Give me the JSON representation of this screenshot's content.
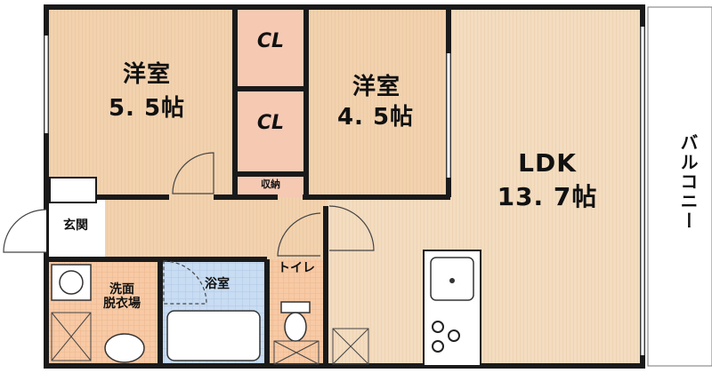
{
  "rooms": {
    "western1": {
      "name": "洋室",
      "size": "5. 5帖"
    },
    "closet1": {
      "name": "CL"
    },
    "western2": {
      "name": "洋室",
      "size": "4. 5帖"
    },
    "closet2": {
      "name": "CL"
    },
    "storage": {
      "name": "収納"
    },
    "ldk": {
      "name": "LDK",
      "size": "13. 7帖"
    },
    "entrance": {
      "name": "玄関"
    },
    "washroom": {
      "name": "洗面\n脱衣場"
    },
    "bath": {
      "name": "浴室"
    },
    "toilet": {
      "name": "トイレ"
    },
    "balcony": {
      "name": "バルコニー"
    }
  },
  "colors": {
    "room_floor": "#f2d2ae",
    "closet_floor": "#f6c9b3",
    "ldk_floor": "#f3dcc0",
    "bath_floor": "#c8dcf2",
    "wet_floor": "#f7c9a4",
    "wall": "#1a1a1a",
    "balcony": "#ffffff"
  }
}
